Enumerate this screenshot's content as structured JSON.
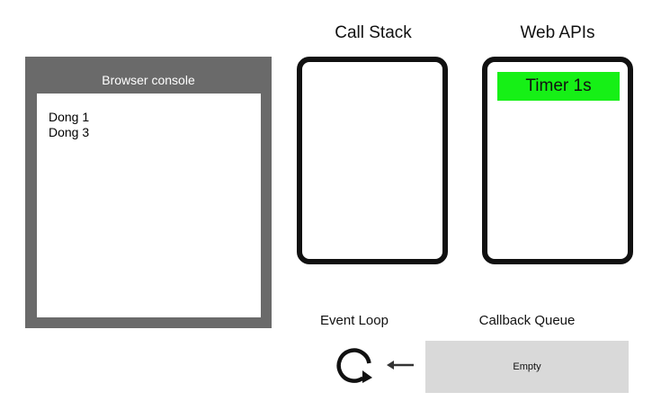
{
  "console": {
    "title": "Browser console",
    "lines": [
      "Dong 1",
      "Dong 3"
    ]
  },
  "call_stack": {
    "title": "Call Stack",
    "items": []
  },
  "web_apis": {
    "title": "Web APIs",
    "items": [
      "Timer 1s"
    ]
  },
  "event_loop": {
    "title": "Event Loop",
    "icon": "loop-arrow-icon"
  },
  "callback_queue": {
    "title": "Callback Queue",
    "content": "Empty"
  },
  "colors": {
    "console_frame": "#6a6a6a",
    "timer_chip": "#16f016",
    "queue_box": "#d9d9d9",
    "panel_border": "#111111"
  }
}
